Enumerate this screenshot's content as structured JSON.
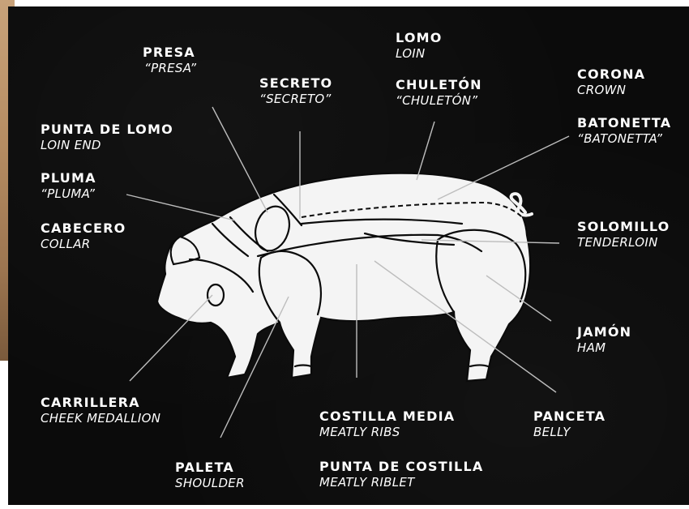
{
  "cuts": [
    {
      "id": "presa",
      "es": "PRESA",
      "en": "“PRESA”"
    },
    {
      "id": "secreto",
      "es": "SECRETO",
      "en": "“SECRETO”"
    },
    {
      "id": "lomo",
      "es": "LOMO",
      "en": "LOIN"
    },
    {
      "id": "chuleton",
      "es": "CHULETÓN",
      "en": "“CHULETÓN”"
    },
    {
      "id": "corona",
      "es": "CORONA",
      "en": "CROWN"
    },
    {
      "id": "batonetta",
      "es": "BATONETTA",
      "en": "“BATONETTA”"
    },
    {
      "id": "punta-de-lomo",
      "es": "PUNTA DE LOMO",
      "en": "LOIN END"
    },
    {
      "id": "pluma",
      "es": "PLUMA",
      "en": "“PLUMA”"
    },
    {
      "id": "cabecero",
      "es": "CABECERO",
      "en": "COLLAR"
    },
    {
      "id": "solomillo",
      "es": "SOLOMILLO",
      "en": "TENDERLOIN"
    },
    {
      "id": "jamon",
      "es": "JAMÓN",
      "en": "HAM"
    },
    {
      "id": "carrillera",
      "es": "CARRILLERA",
      "en": "CHEEK MEDALLION"
    },
    {
      "id": "costilla-media",
      "es": "COSTILLA MEDIA",
      "en": "MEATLY RIBS"
    },
    {
      "id": "panceta",
      "es": "PANCETA",
      "en": "BELLY"
    },
    {
      "id": "paleta",
      "es": "PALETA",
      "en": "SHOULDER"
    },
    {
      "id": "punta-de-costilla",
      "es": "PUNTA DE COSTILLA",
      "en": "MEATLY RIBLET"
    }
  ],
  "colors": {
    "background": "#0b0b0b",
    "pig": "#f4f4f4",
    "text": "#ffffff",
    "leader": "#bdbdbd"
  }
}
